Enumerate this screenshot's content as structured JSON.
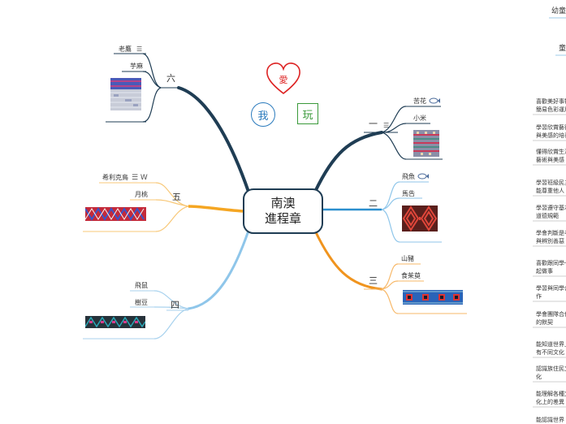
{
  "center": {
    "line1": "南澳",
    "line2": "進程章"
  },
  "symbols": {
    "heart": "愛",
    "circle": "我",
    "square": "玩"
  },
  "branches": {
    "b1": {
      "label": "一",
      "icon": "☰",
      "items": [
        "苦花",
        "小米"
      ]
    },
    "b2": {
      "label": "二",
      "items": [
        "飛魚",
        "馬告"
      ]
    },
    "b3": {
      "label": "三",
      "items": [
        "山豬",
        "食茱萸"
      ]
    },
    "b4": {
      "label": "四",
      "items": [
        "飛鼠",
        "樹豆"
      ]
    },
    "b5": {
      "label": "五",
      "items": [
        "希利克鳥",
        "月桃"
      ],
      "icons": "☰ W"
    },
    "b6": {
      "label": "六",
      "items": [
        "老鷹",
        "芋麻"
      ],
      "icon": "☰"
    }
  },
  "right_panel": {
    "head1": "幼童",
    "head2": "童",
    "items": [
      "喜歡美好事物\n簡易色彩運用",
      "學習欣賞藝術\n與美感的培養",
      "懂得欣賞生活\n藝術與美感",
      "學習班級民主\n能尊重他人",
      "學習遵守基本\n道德規範",
      "學會判斷是非\n與辨別善惡",
      "喜歡跟同學一\n起做事",
      "學習與同學合\n作",
      "學會團隊合作\n的默契",
      "能知道世界上\n有不同文化",
      "認識族住民文\n化",
      "能理解各種文\n化上的差異",
      "能認識世界"
    ]
  }
}
